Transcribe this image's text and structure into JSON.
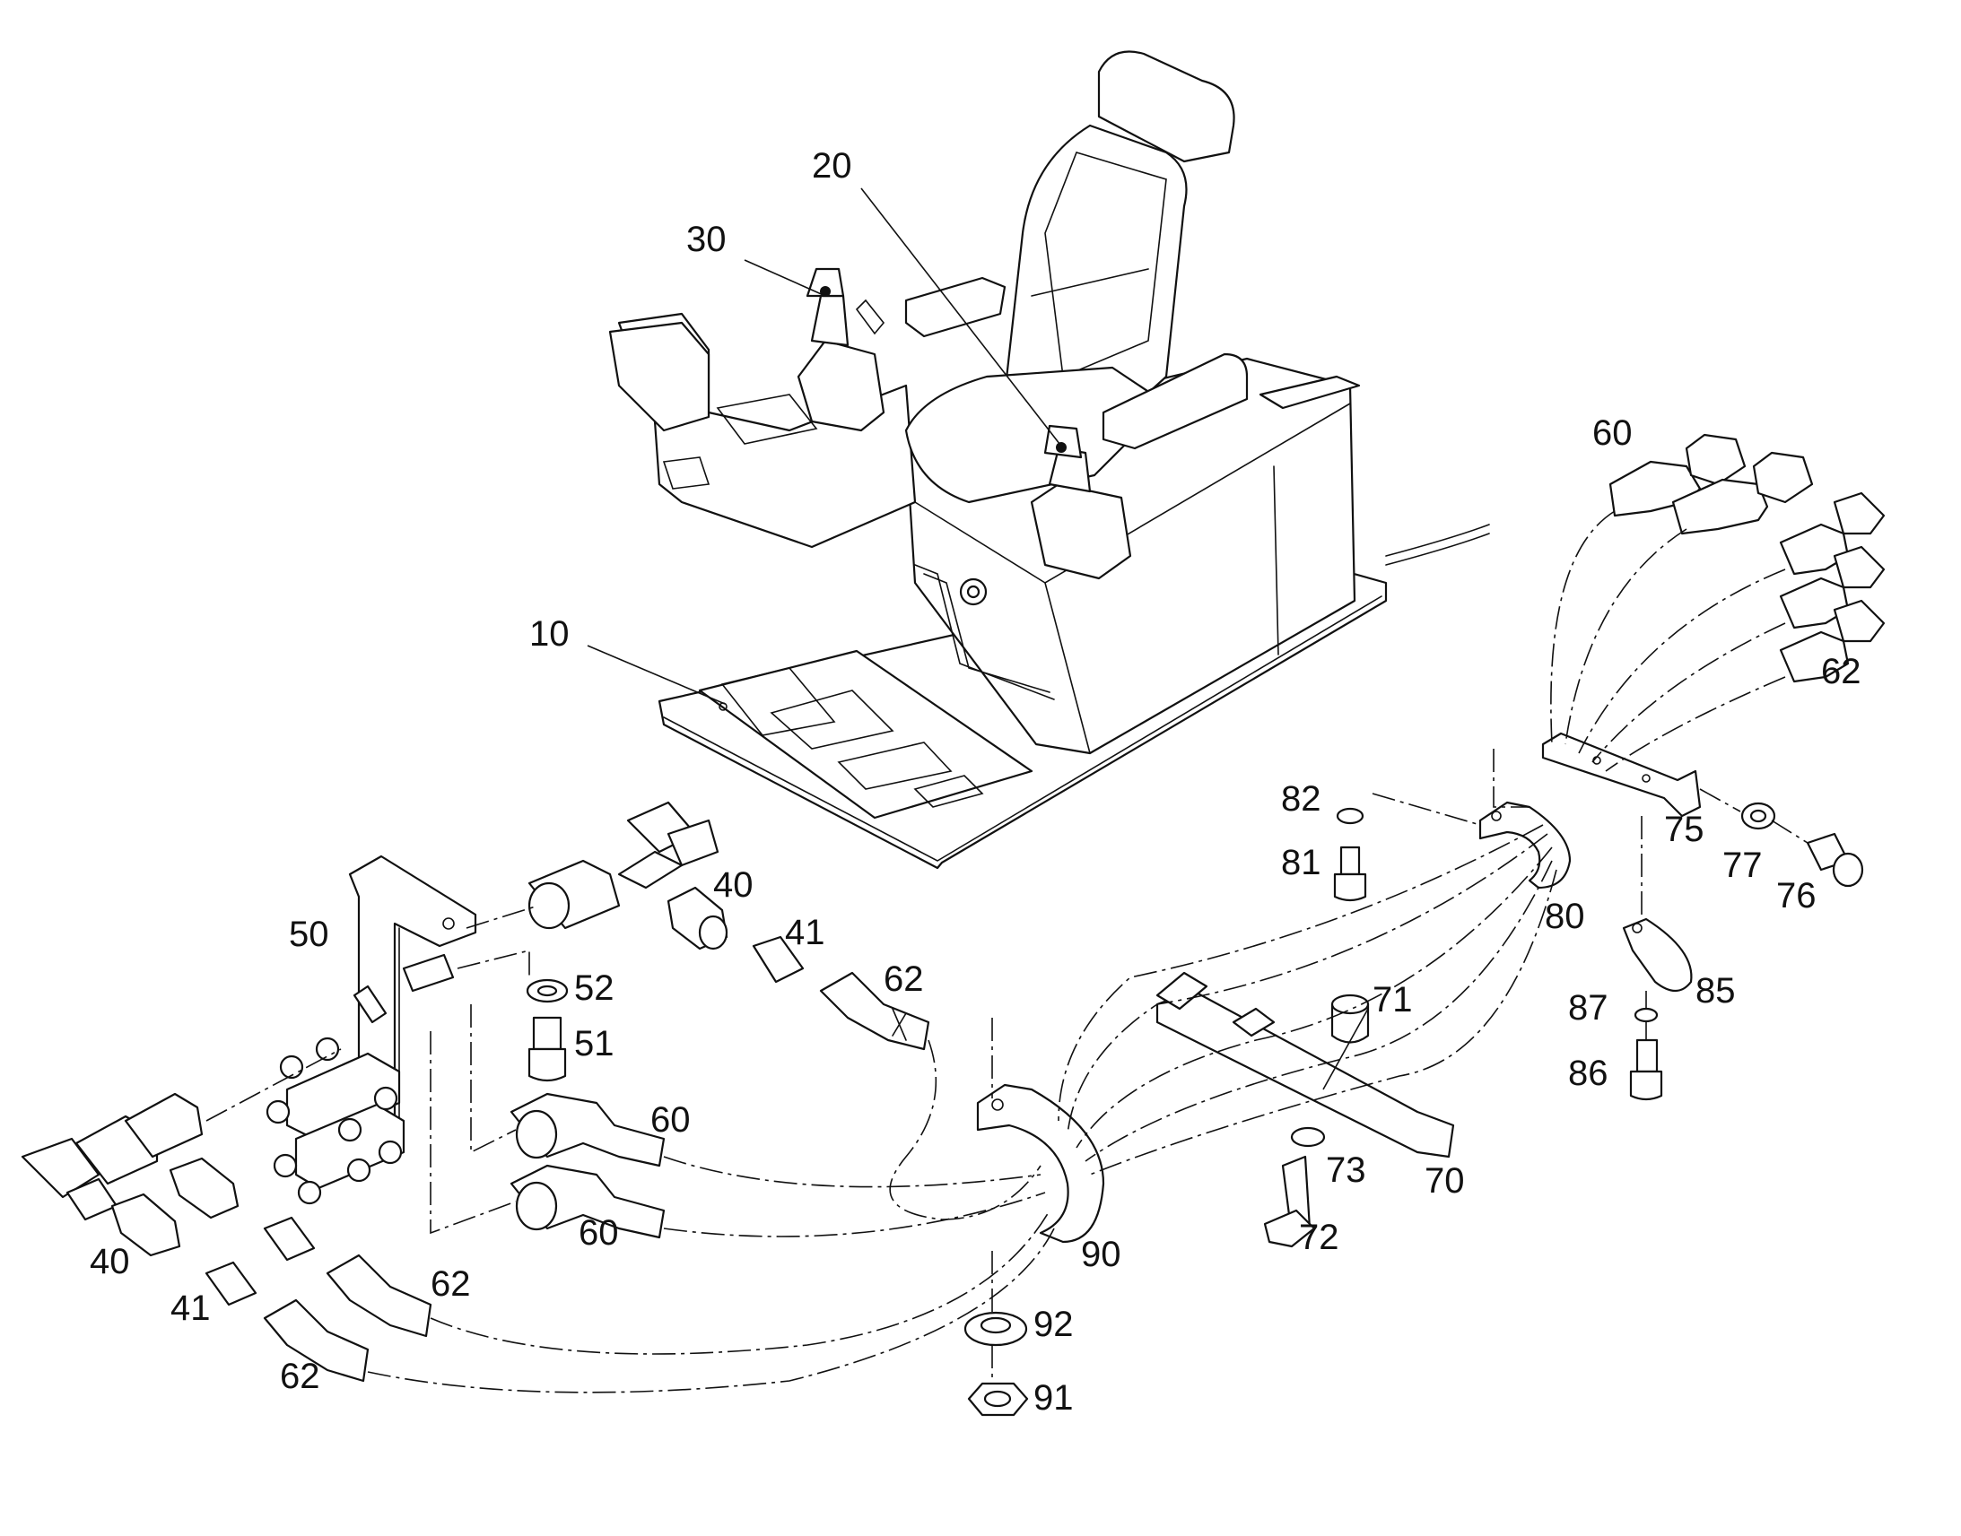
{
  "diagram": {
    "callouts": {
      "c10": "10",
      "c20": "20",
      "c30": "30",
      "c40a": "40",
      "c41a": "41",
      "c62a": "62",
      "c40b": "40",
      "c41b": "41",
      "c62b": "62",
      "c62c": "62",
      "c50": "50",
      "c51": "51",
      "c52": "52",
      "c60a": "60",
      "c60b": "60",
      "c60c": "60",
      "c62d": "62",
      "c70": "70",
      "c71": "71",
      "c72": "72",
      "c73": "73",
      "c75": "75",
      "c76": "76",
      "c77": "77",
      "c80": "80",
      "c81": "81",
      "c82": "82",
      "c85": "85",
      "c86": "86",
      "c87": "87",
      "c90": "90",
      "c91": "91",
      "c92": "92"
    }
  }
}
